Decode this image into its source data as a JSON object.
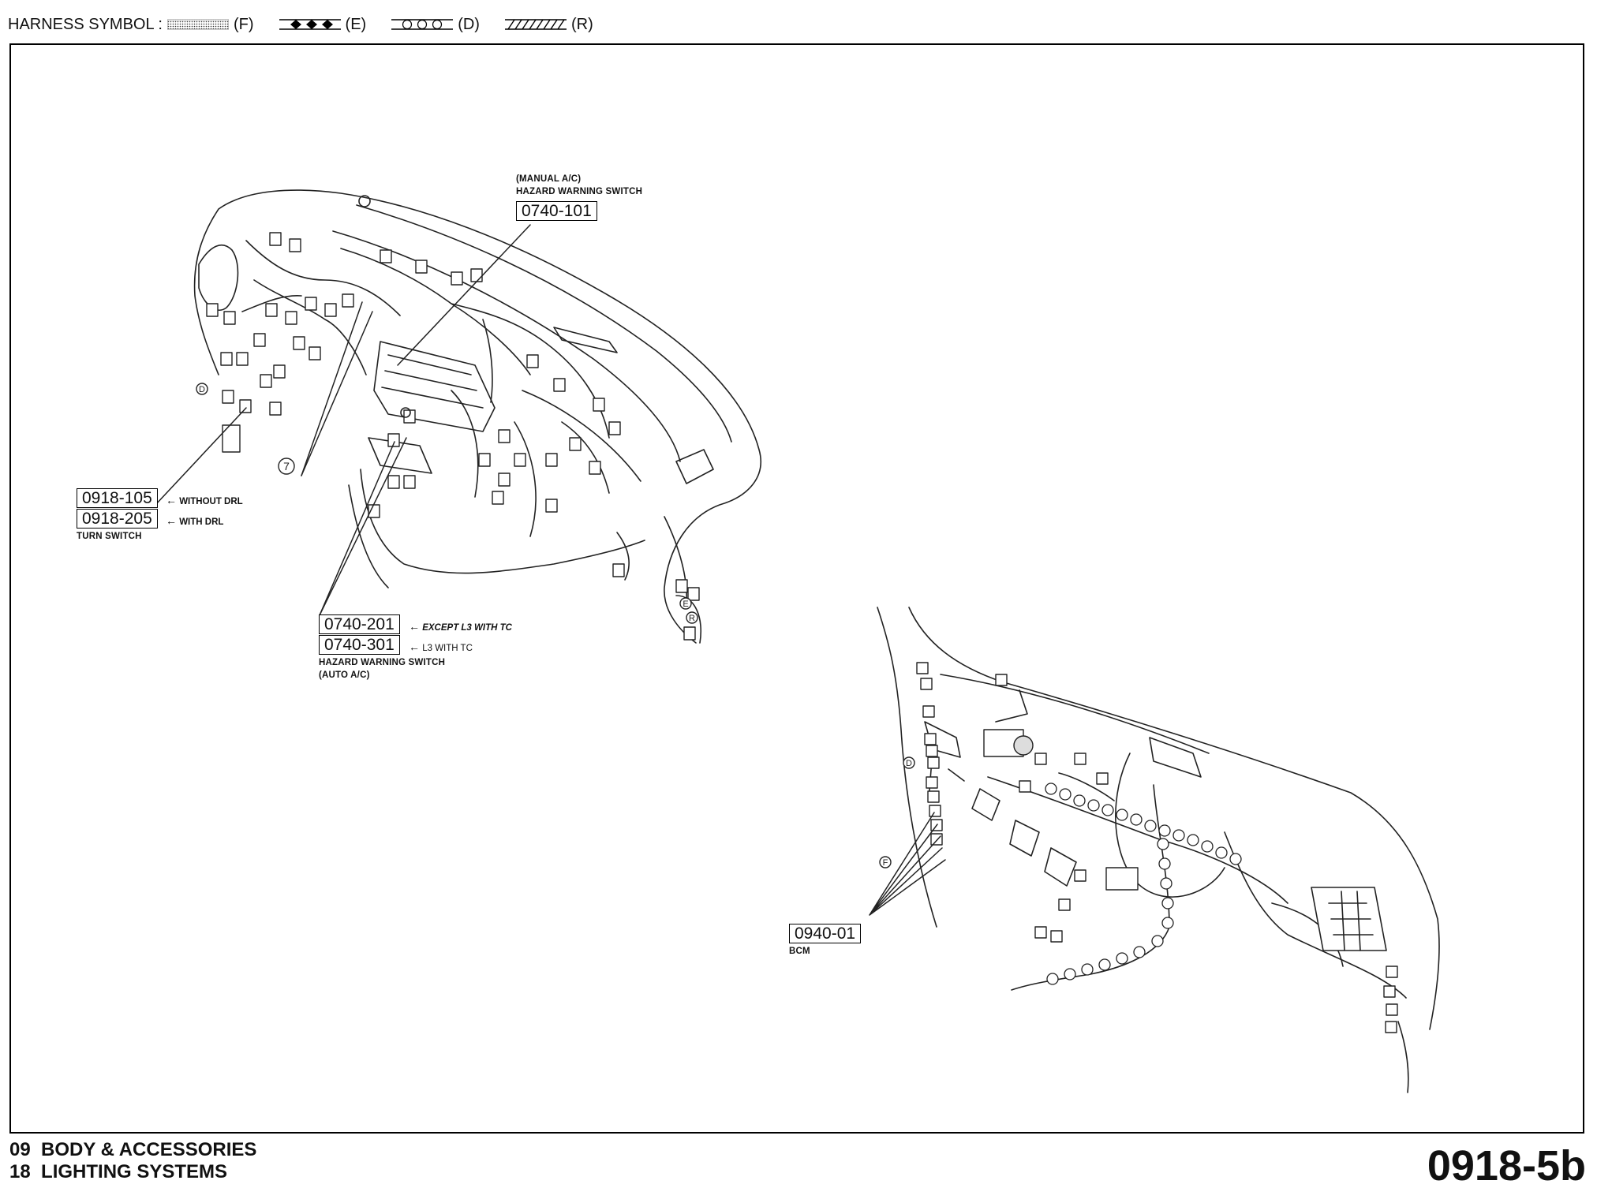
{
  "legend": {
    "prefix": "HARNESS SYMBOL :",
    "items": [
      {
        "pattern": "dotted",
        "code": "(F)"
      },
      {
        "pattern": "diamond",
        "code": "(E)"
      },
      {
        "pattern": "circle",
        "code": "(D)"
      },
      {
        "pattern": "hatched",
        "code": "(R)"
      }
    ]
  },
  "callouts": {
    "hazard_manual": {
      "note1": "(MANUAL A/C)",
      "note2": "HAZARD WARNING SWITCH",
      "code": "0740-101"
    },
    "turn_switch": {
      "code1": "0918-105",
      "tag1": "WITHOUT DRL",
      "code2": "0918-205",
      "tag2": "WITH DRL",
      "label": "TURN SWITCH"
    },
    "hazard_auto": {
      "code1": "0740-201",
      "tag1": "EXCEPT L3 WITH TC",
      "code2": "0740-301",
      "tag2": "L3 WITH TC",
      "label1": "HAZARD WARNING SWITCH",
      "label2": "(AUTO A/C)"
    },
    "bcm": {
      "code": "0940-01",
      "label": "BCM"
    },
    "markers": {
      "seven": "7",
      "d": "D",
      "e": "E",
      "r": "R",
      "f": "F"
    }
  },
  "footer": {
    "line1": "09  BODY & ACCESSORIES",
    "line2": "18  LIGHTING SYSTEMS",
    "page": "0918-5b"
  },
  "colors": {
    "ink": "#111111",
    "paper": "#ffffff"
  }
}
